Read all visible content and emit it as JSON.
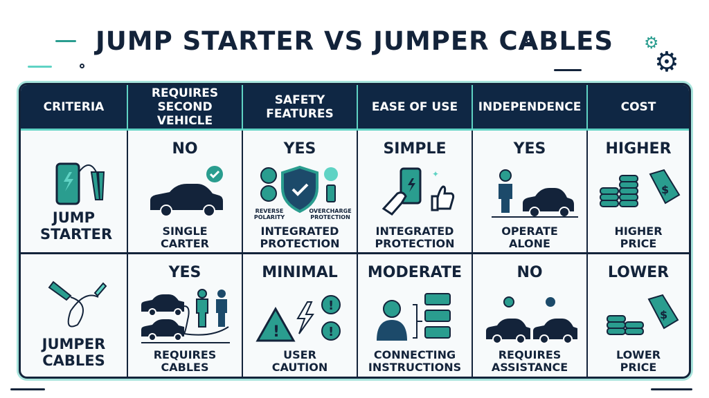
{
  "title": "JUMP STARTER VS JUMPER CABLES",
  "headers": [
    "CRITERIA",
    "REQUIRES SECOND VEHICLE",
    "SAFETY FEATURES",
    "EASE OF USE",
    "INDEPENDENCE",
    "COST"
  ],
  "rows": [
    {
      "label": "JUMP STARTER",
      "icon": "power-bank-with-clamp-icon",
      "cells": [
        {
          "value": "NO",
          "desc": "SINGLE CARTER",
          "icon": "car-check-icon"
        },
        {
          "value": "YES",
          "desc": "INTEGRATED PROTECTION",
          "icon": "shield-check-icon",
          "sub_labels": [
            "REVERSE POLARITY",
            "OVERCHARGE PROTECTION"
          ]
        },
        {
          "value": "SIMPLE",
          "desc": "INTEGRATED PROTECTION",
          "icon": "hand-phone-thumbs-up-icon"
        },
        {
          "value": "YES",
          "desc": "OPERATE ALONE",
          "icon": "person-car-icon"
        },
        {
          "value": "HIGHER",
          "desc": "HIGHER PRICE",
          "icon": "coins-price-tag-icon"
        }
      ]
    },
    {
      "label": "JUMPER CABLES",
      "icon": "jumper-cable-clamps-icon",
      "cells": [
        {
          "value": "YES",
          "desc": "REQUIRES CABLES",
          "icon": "two-cars-two-people-icon"
        },
        {
          "value": "MINIMAL",
          "desc": "USER CAUTION",
          "icon": "warning-icon"
        },
        {
          "value": "MODERATE",
          "desc": "CONNECTING INSTRUCTIONS",
          "icon": "person-steps-list-icon"
        },
        {
          "value": "NO",
          "desc": "REQUIRES ASSISTANCE",
          "icon": "two-cars-people-icon"
        },
        {
          "value": "LOWER",
          "desc": "LOWER PRICE",
          "icon": "coins-price-tag-icon"
        }
      ]
    }
  ],
  "colors": {
    "navy": "#0f2744",
    "teal": "#2a9d8f",
    "accent": "#5fd3c4"
  }
}
